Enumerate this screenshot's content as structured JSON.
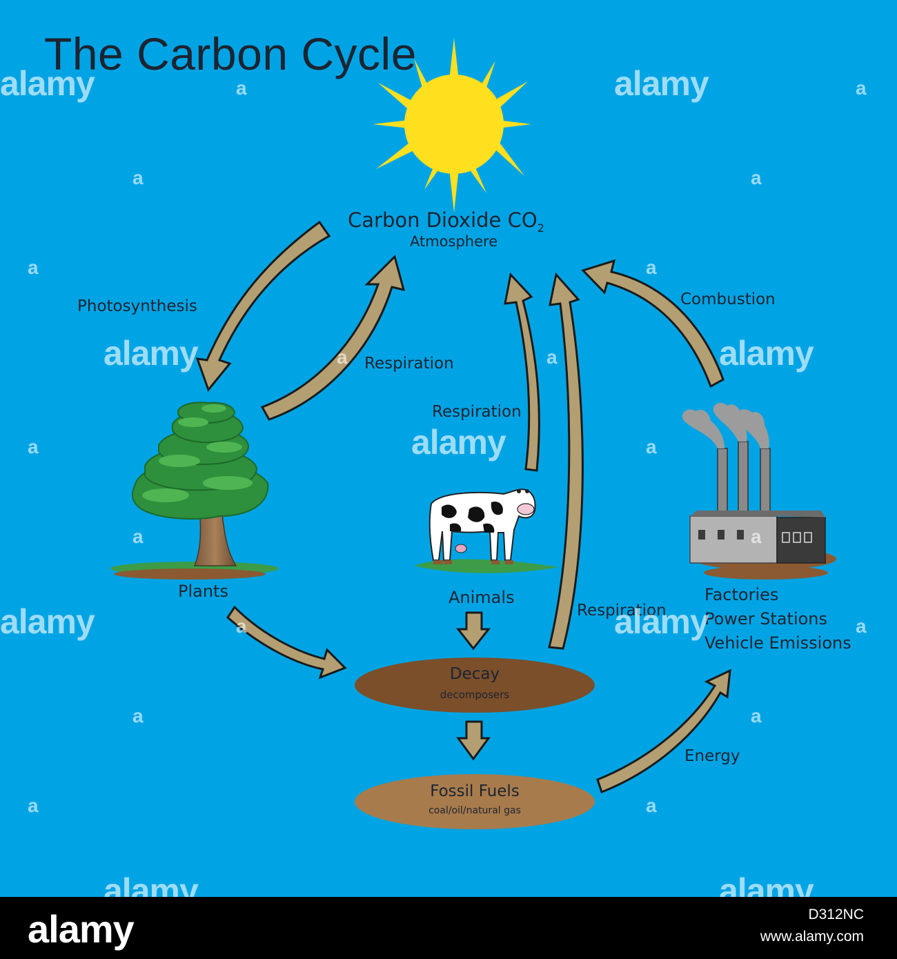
{
  "diagram": {
    "title": "The Carbon Cycle",
    "atmosphere": {
      "label_main": "Carbon Dioxide CO",
      "label_sub": "2",
      "label_secondary": "Atmosphere"
    },
    "process_labels": {
      "photosynthesis": "Photosynthesis",
      "respiration_plants": "Respiration",
      "respiration_animals": "Respiration",
      "respiration_decay": "Respiration",
      "combustion": "Combustion",
      "energy": "Energy"
    },
    "nodes": {
      "plants": "Plants",
      "animals": "Animals",
      "sources": [
        "Factories",
        "Power Stations",
        "Vehicle Emissions"
      ],
      "decay_title": "Decay",
      "decay_subtitle": "decomposers",
      "fossil_title": "Fossil Fuels",
      "fossil_subtitle": "coal/oil/natural gas"
    },
    "colors": {
      "background": "#00a4e4",
      "arrow_fill": "#b39f72",
      "decay_fill": "#7b4f2a",
      "fossil_fill": "#a87b4c",
      "sun": "#ffdf1e"
    }
  },
  "watermark": {
    "text": "alamy",
    "small_letter": "a"
  },
  "footer": {
    "brand": "alamy",
    "image_id": "D312NC",
    "site": "www.alamy.com"
  }
}
